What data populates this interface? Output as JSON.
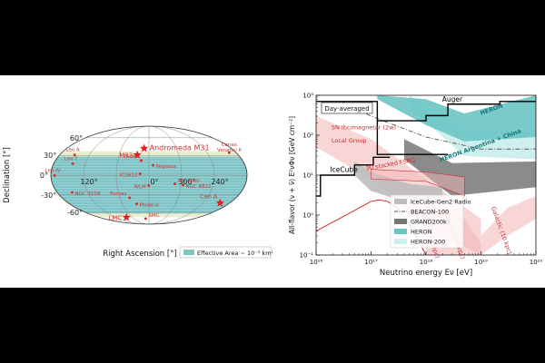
{
  "chart_data": [
    {
      "type": "scatter",
      "projection": "mollweide",
      "xlabel": "Right Ascension [°]",
      "ylabel": "Declination [°]",
      "lon_ticks": [
        {
          "label": "120°",
          "ra": 120
        },
        {
          "label": "0°",
          "ra": 0
        },
        {
          "label": "300°",
          "ra": 300
        },
        {
          "label": "240°",
          "ra": 240
        }
      ],
      "lat_ticks": [
        {
          "label": "60°",
          "dec": 60
        },
        {
          "label": "30°",
          "dec": 30
        },
        {
          "label": "0°",
          "dec": 0
        },
        {
          "label": "-30°",
          "dec": -30
        },
        {
          "label": "-60°",
          "dec": -60
        }
      ],
      "coverage_band": {
        "dec_min": -62,
        "dec_max": 28
      },
      "legend": {
        "label": "Effective Area ~ 10⁻³ km²",
        "color": "#7fc4c6",
        "placement": "bottom-right"
      },
      "colors": {
        "point": "#e02020",
        "label": "#cc3333",
        "band": "#7fc4c6",
        "band_edge": "#e8efcf"
      },
      "sources": [
        {
          "name": "Andromeda M31",
          "ra": 10.7,
          "dec": 41.3,
          "marker": "star"
        },
        {
          "name": "M33",
          "ra": 23.5,
          "dec": 30.7,
          "marker": "star"
        },
        {
          "name": "Leo A",
          "ra": 149.9,
          "dec": 30.7,
          "marker": "dot"
        },
        {
          "name": "Leo T",
          "ra": 143.7,
          "dec": 17.1,
          "marker": "dot"
        },
        {
          "name": "Leo IV",
          "ra": 173.2,
          "dec": -0.5,
          "marker": "dot"
        },
        {
          "name": "Canes Venatici II",
          "ra": 194.3,
          "dec": 34.3,
          "marker": "dot"
        },
        {
          "name": "Pisces",
          "ra": 15.0,
          "dec": 21.9,
          "marker": "dot"
        },
        {
          "name": "Pegasus",
          "ra": 352.2,
          "dec": 14.7,
          "marker": "dot"
        },
        {
          "name": "IC1613",
          "ra": 16.2,
          "dec": 2.1,
          "marker": "dot"
        },
        {
          "name": "WLM",
          "ra": 0.5,
          "dec": -15.5,
          "marker": "dot"
        },
        {
          "name": "Aquarius",
          "ra": 311.7,
          "dec": -12.8,
          "marker": "dot"
        },
        {
          "name": "NGC 6822",
          "ra": 296.2,
          "dec": -14.8,
          "marker": "dot"
        },
        {
          "name": "NGC 3109",
          "ra": 150.8,
          "dec": -26.2,
          "marker": "dot"
        },
        {
          "name": "Fornax",
          "ra": 40.0,
          "dec": -34.5,
          "marker": "dot"
        },
        {
          "name": "Phoenix",
          "ra": 27.8,
          "dec": -44.4,
          "marker": "dot"
        },
        {
          "name": "SMC",
          "ra": 13.2,
          "dec": -72.8,
          "marker": "dot"
        },
        {
          "name": "LMC",
          "ra": 80.9,
          "dec": -69.8,
          "marker": "star"
        },
        {
          "name": "Cen A",
          "ra": 201.4,
          "dec": -43.0,
          "marker": "star"
        }
      ]
    },
    {
      "type": "line",
      "xlabel": "Neutrino energy Eν [eV]",
      "ylabel": "All-flavor (ν + ν̄) E²νΦν [GeV cm⁻²]",
      "xscale": "log",
      "yscale": "log",
      "xlim": [
        1e+16,
        1e+20
      ],
      "ylim": [
        0.1,
        1000
      ],
      "x_ticks": [
        {
          "v": 1e+16,
          "label": "10¹⁶"
        },
        {
          "v": 1e+17,
          "label": "10¹⁷"
        },
        {
          "v": 1e+18,
          "label": "10¹⁸"
        },
        {
          "v": 1e+19,
          "label": "10¹⁹"
        },
        {
          "v": 1e+20,
          "label": "10²⁰"
        }
      ],
      "y_ticks": [
        {
          "v": 0.1,
          "label": "10⁻¹"
        },
        {
          "v": 1,
          "label": "10⁰"
        },
        {
          "v": 10,
          "label": "10¹"
        },
        {
          "v": 100,
          "label": "10²"
        },
        {
          "v": 1000,
          "label": "10³"
        }
      ],
      "inset_label": "Day-averaged",
      "legend": [
        {
          "label": "IceCube-Gen2 Radio",
          "style": "band",
          "color": "#bdbdbd"
        },
        {
          "label": "BEACON-100",
          "style": "dashdot",
          "color": "#555555"
        },
        {
          "label": "GRAND200k",
          "style": "band",
          "color": "#777777"
        },
        {
          "label": "HERON",
          "style": "band",
          "color": "#6cc4c4"
        },
        {
          "label": "HERON-200",
          "style": "band",
          "color": "#cfeeee"
        }
      ],
      "colors": {
        "flux": "#d22c2c",
        "flux_band": "#f2b5b5",
        "flux_text": "#c43030",
        "heron": "#6cc4c4",
        "heron200": "#cfeeee",
        "grand": "#777777",
        "gen2": "#bdbdbd",
        "beacon": "#555555",
        "limit": "#000000"
      },
      "annotations": [
        {
          "text": "Auger",
          "x": 3e+18,
          "y": 700,
          "color": "#000000",
          "angle": 0
        },
        {
          "text": "HERON",
          "x": 1.6e+19,
          "y": 400,
          "color": "#117777",
          "angle": -20
        },
        {
          "text": "HERON Argentina + China",
          "x": 1e+19,
          "y": 50,
          "color": "#117777",
          "angle": -20
        },
        {
          "text": "IceCube",
          "x": 3.2e+16,
          "y": 12,
          "color": "#000000",
          "angle": 0
        },
        {
          "text": "SN Ibc/magnetar (2w)",
          "x": 1.9e+16,
          "y": 140,
          "color": "#c43030",
          "angle": 0
        },
        {
          "text": "Local Group",
          "x": 1.9e+16,
          "y": 65,
          "color": "#c43030",
          "angle": 0
        },
        {
          "text": "90 stacked FSRQ",
          "x": 2.3e+17,
          "y": 17,
          "color": "#c43030",
          "angle": -10
        },
        {
          "text": "@M31 (0.78 Mpc)",
          "x": 1.05e+18,
          "y": 0.33,
          "color": "#c43030",
          "angle": 70
        },
        {
          "text": "@Leo IV (154 kpc)",
          "x": 3e+18,
          "y": 0.33,
          "color": "#c43030",
          "angle": 70
        },
        {
          "text": "Galactic (10 kpc)",
          "x": 2.2e+19,
          "y": 0.4,
          "color": "#c43030",
          "angle": 70
        }
      ],
      "series": [
        {
          "name": "Auger",
          "style": "step",
          "x": [
            1.3e+17,
            1e+18,
            1e+18,
            2.5e+18,
            2.5e+18,
            2.2e+19,
            2.2e+19,
            1e+20
          ],
          "y": [
            230,
            230,
            310,
            310,
            600,
            600,
            700,
            700
          ]
        },
        {
          "name": "IceCube",
          "style": "step",
          "x": [
            1e+16,
            1.2e+16,
            1.2e+16,
            5e+16,
            5e+16,
            1.1e+17,
            1.1e+17,
            2.2e+17
          ],
          "y": [
            3,
            3,
            10,
            10,
            18,
            18,
            28,
            28
          ]
        },
        {
          "name": "Day-averaged",
          "style": "step",
          "x": [
            1e+16,
            1.3e+17,
            1.3e+17,
            2.5e+18
          ],
          "y": [
            700,
            700,
            33,
            33
          ]
        },
        {
          "name": "HERON",
          "style": "band",
          "x": [
            1.3e+17,
            1e+18,
            5e+18,
            1e+20
          ],
          "y_low": [
            800,
            180,
            70,
            90
          ],
          "y_high": [
            1000,
            800,
            350,
            1000
          ]
        },
        {
          "name": "HERON-200",
          "style": "band",
          "x": [
            5e+17,
            5e+18,
            1e+20
          ],
          "y_low": [
            500,
            30,
            25
          ],
          "y_high": [
            1000,
            150,
            130
          ]
        },
        {
          "name": "GRAND200k",
          "style": "band",
          "x": [
            4e+17,
            3e+18,
            1e+20
          ],
          "y_low": [
            25,
            3,
            5
          ],
          "y_high": [
            80,
            20,
            22
          ]
        },
        {
          "name": "IceCube-Gen2 Radio",
          "style": "band",
          "x": [
            5e+16,
            1e+17,
            5e+17,
            2e+18
          ],
          "y_low": [
            10,
            4,
            2,
            2.5
          ],
          "y_high": [
            22,
            12,
            6,
            5
          ]
        },
        {
          "name": "BEACON-100",
          "style": "dashdot",
          "x": [
            3e+16,
            1e+17,
            1e+18,
            1e+19,
            1e+20
          ],
          "y": [
            700,
            300,
            90,
            45,
            45
          ]
        },
        {
          "name": "SN Ibc/magnetar (2w)",
          "style": "band",
          "x": [
            1e+16,
            1e+17,
            1e+18,
            1e+19
          ],
          "y_low": [
            50,
            8,
            0.5,
            0.1
          ],
          "y_high": [
            300,
            80,
            8,
            0.8
          ]
        },
        {
          "name": "90 stacked FSRQ",
          "style": "band",
          "x": [
            1e+17,
            1e+18,
            5e+18
          ],
          "y_low": [
            8,
            7,
            3
          ],
          "y_high": [
            14,
            12,
            9
          ]
        },
        {
          "name": "@M31 (0.78 Mpc)",
          "style": "line",
          "x": [
            1e+16,
            5e+16,
            1e+17,
            1.4e+17,
            2e+17,
            3e+17,
            5e+17,
            1e+18
          ],
          "y": [
            0.4,
            1.3,
            2.2,
            2.4,
            2.2,
            1.5,
            0.6,
            0.1
          ]
        },
        {
          "name": "@Leo IV (154 kpc)",
          "style": "band",
          "x": [
            1e+18,
            5e+18,
            1e+19
          ],
          "y_low": [
            0.1,
            0.1,
            0.1
          ],
          "y_high": [
            2,
            0.8,
            0.2
          ]
        },
        {
          "name": "Galactic (10 kpc)",
          "style": "band",
          "x": [
            1e+19,
            3e+19,
            1e+20
          ],
          "y_low": [
            0.1,
            0.3,
            0.8
          ],
          "y_high": [
            0.3,
            1.5,
            3
          ]
        }
      ]
    }
  ]
}
